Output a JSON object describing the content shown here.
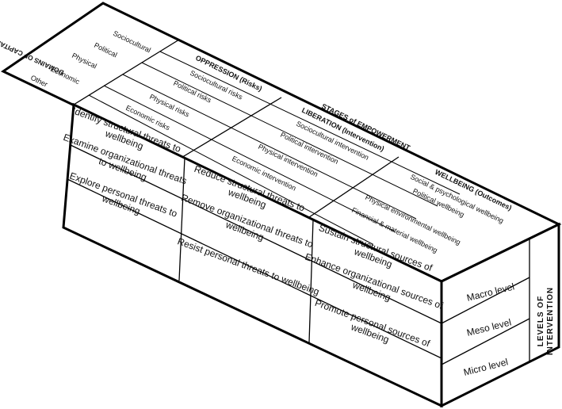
{
  "top_face": {
    "domain_title": "DOMAINS OF CAPITAL",
    "domains": [
      "Sociocultural",
      "Political",
      "Physical",
      "Economic",
      "Other"
    ],
    "stages_title": "STAGES of EMPOWERMENT",
    "oppression": {
      "title": "OPPRESSION (Risks)",
      "items": [
        "Sociocultural risks",
        "Political risks",
        "Physical risks",
        "Economic risks"
      ]
    },
    "liberation": {
      "title": "LIBERATION (Intervention)",
      "items": [
        "Sociocultural intervention",
        "Political intervention",
        "Physical intervention",
        "Economic intervention"
      ]
    },
    "wellbeing": {
      "title": "WELLBEING (Outcomes)",
      "items": [
        "Social & psychological wellbeing",
        "Political  wellbeing",
        "Physical environmental wellbeing",
        "Financial & material wellbeing"
      ]
    }
  },
  "front_face": {
    "oppression_col": [
      [
        "Identify structural threats to",
        "wellbeing"
      ],
      [
        "Examine organizational threats",
        "to wellbeing"
      ],
      [
        "Explore personal threats to",
        "wellbeing"
      ]
    ],
    "liberation_col": [
      [
        "Reduce structural threats to",
        "wellbeing"
      ],
      [
        "Remove organizational threats to",
        "wellbeing"
      ],
      [
        "Resist personal threats to wellbeing"
      ]
    ],
    "wellbeing_col": [
      [
        "Sustain structural sources of",
        "wellbeing"
      ],
      [
        "Enhance organizational sources of",
        "wellbeing"
      ],
      [
        "Promote personal sources of",
        "wellbeing"
      ]
    ]
  },
  "side_face": {
    "levels": [
      "Macro level",
      "Meso level",
      "Micro level"
    ],
    "title_line1": "LEVELS OF",
    "title_line2": "INTERVENTION"
  },
  "colors": {
    "stroke": "#000000",
    "fill": "#ffffff",
    "text": "#111111"
  }
}
